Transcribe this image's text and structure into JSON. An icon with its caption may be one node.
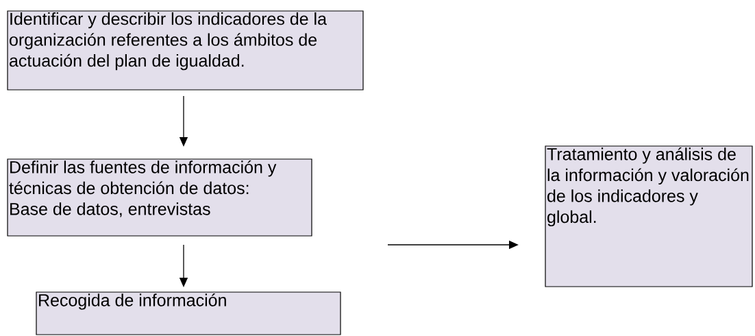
{
  "diagram": {
    "nodes": [
      {
        "text": [
          "Identificar y describir los indicadores de la organización referentes a los ámbitos de actuación del plan de igualdad."
        ]
      },
      {
        "text": [
          "Definir las fuentes de información y técnicas de obtención de datos:",
          "Base de datos, entrevistas"
        ]
      },
      {
        "text": [
          "Recogida de información"
        ]
      },
      {
        "text": [
          "Tratamiento y análisis de la información y valoración de los indicadores y global."
        ]
      }
    ],
    "edges": [
      {
        "from": 0,
        "to": 1,
        "arrow": "to"
      },
      {
        "from": 1,
        "to": 2,
        "arrow": "to"
      },
      {
        "from": null,
        "to": 3,
        "arrow": "to"
      }
    ]
  }
}
